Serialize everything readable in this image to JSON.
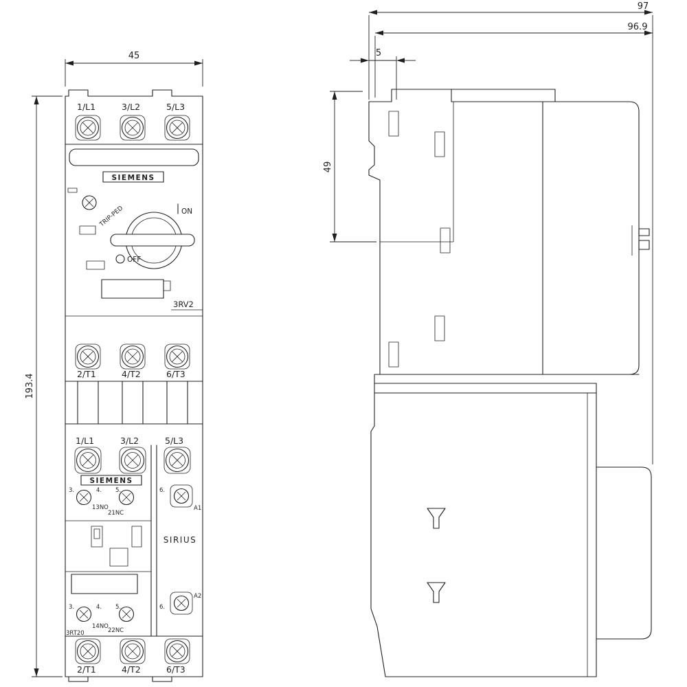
{
  "front_view": {
    "dim_width": "45",
    "dim_height": "193.4",
    "breaker": {
      "brand": "SIEMENS",
      "model": "3RV2",
      "trip_label": "TRIP-PED",
      "on_label": "ON",
      "off_label": "OFF",
      "terminals_top": [
        "1/L1",
        "3/L2",
        "5/L3"
      ],
      "terminals_bottom": [
        "2/T1",
        "4/T2",
        "6/T3"
      ]
    },
    "contactor": {
      "brand": "SIEMENS",
      "series": "SIRIUS",
      "model": "3RT20",
      "terminals_top": [
        "1/L1",
        "3/L2",
        "5/L3"
      ],
      "terminals_bottom": [
        "2/T1",
        "4/T2",
        "6/T3"
      ],
      "aux_positions": [
        "3.",
        "4.",
        "5.",
        "6."
      ],
      "aux_no_top": "13NO",
      "aux_nc_top": "21NC",
      "aux_no_bottom": "14NO",
      "aux_nc_bottom": "22NC",
      "coil_terminal_top": "A1",
      "coil_terminal_bottom": "A2"
    }
  },
  "side_view": {
    "dim_depth_total": "97",
    "dim_depth_body": "96.9",
    "dim_clip": "5",
    "dim_upper_height": "49"
  }
}
